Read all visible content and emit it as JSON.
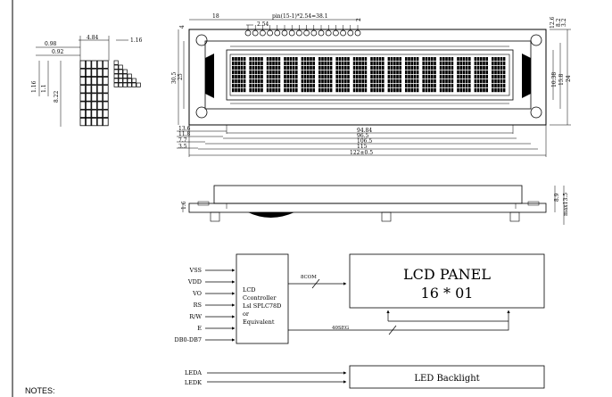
{
  "pixel_detail": {
    "dims": [
      "0.98",
      "0.92",
      "4.84",
      "1.16",
      "1.16",
      "1.1",
      "8.22"
    ]
  },
  "top_view": {
    "top_dims": [
      "18",
      "pin(15-1)*2.54=38.1",
      "2.54",
      "2"
    ],
    "left_dims": [
      "4",
      "30.5",
      "25"
    ],
    "right_dims": [
      "12.6",
      "8.2",
      "3.2",
      "10.38",
      "15.8",
      "24"
    ],
    "bottom_labels": [
      "13.6",
      "11.8",
      "7.7",
      "3.5"
    ],
    "bottom_dims": [
      "94.84",
      "96.5",
      "106.5",
      "115",
      "122±0.5"
    ]
  },
  "side_view": {
    "dims": [
      "1.6",
      "8.9",
      "max13.5"
    ]
  },
  "block_diagram": {
    "signals": [
      "VSS",
      "VDD",
      "VO",
      "RS",
      "R/W",
      "E",
      "DB0-DB7"
    ],
    "controller_lines": [
      "LCD",
      "Ccontroller",
      "Lsl SPLC78D",
      "or",
      "Equivalent"
    ],
    "bus_com": "8COM",
    "bus_seg": "40SEG",
    "panel_title": "LCD PANEL",
    "panel_format": "16 * 01",
    "backlight_signals": [
      "LEDA",
      "LEDK"
    ],
    "backlight_label": "LED Backlight"
  },
  "notes_label": "NOTES:"
}
